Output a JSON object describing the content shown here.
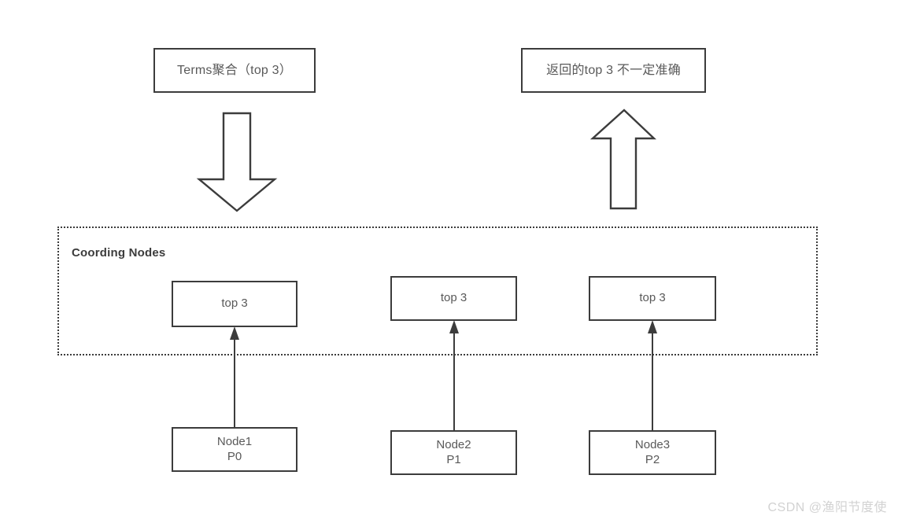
{
  "diagram": {
    "captions": [
      {
        "id": "terms-agg",
        "text": "Terms聚合（top 3）"
      },
      {
        "id": "inaccurate-result",
        "text": "返回的top 3 不一定准确"
      }
    ],
    "arrows": [
      {
        "id": "down-arrow",
        "direction": "down",
        "icon": "arrow-down-icon"
      },
      {
        "id": "up-arrow",
        "direction": "up",
        "icon": "arrow-up-icon"
      }
    ],
    "coordinating_region": {
      "title": "Coording Nodes",
      "shard_results": [
        {
          "id": "shard-1",
          "label": "top 3"
        },
        {
          "id": "shard-2",
          "label": "top 3"
        },
        {
          "id": "shard-3",
          "label": "top 3"
        }
      ]
    },
    "nodes": [
      {
        "id": "node-1",
        "name": "Node1",
        "shard": "P0"
      },
      {
        "id": "node-2",
        "name": "Node2",
        "shard": "P1"
      },
      {
        "id": "node-3",
        "name": "Node3",
        "shard": "P2"
      }
    ],
    "connectors": [
      {
        "id": "connector-node1",
        "from": "Node1",
        "to": "shard-1",
        "arrow": "up"
      },
      {
        "id": "connector-node2",
        "from": "Node2",
        "to": "shard-2",
        "arrow": "up"
      },
      {
        "id": "connector-node3",
        "from": "Node3",
        "to": "shard-3",
        "arrow": "up"
      }
    ],
    "watermark": "CSDN @渔阳节度使",
    "colors": {
      "stroke": "#3c3c3c",
      "text": "#595959",
      "title": "#3c3c3c",
      "background": "#ffffff",
      "watermark": "#d2d2d2"
    }
  }
}
